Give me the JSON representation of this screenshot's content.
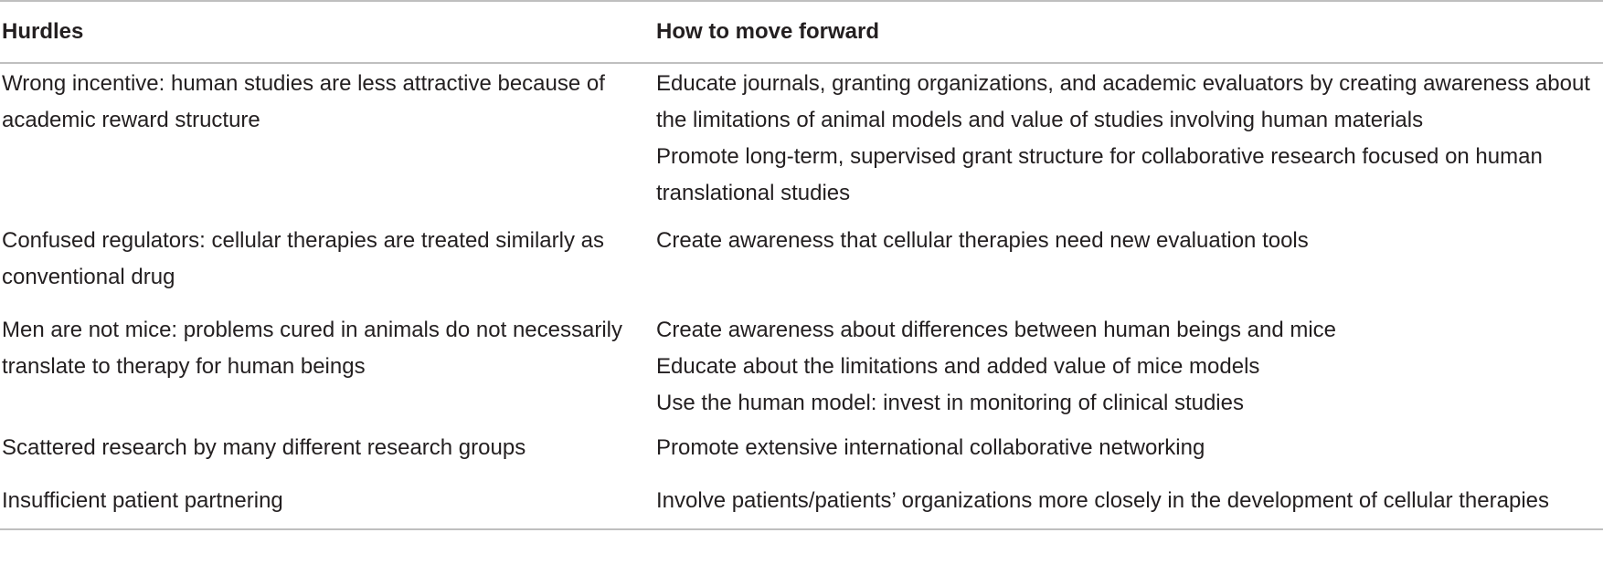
{
  "table": {
    "headers": {
      "hurdles": "Hurdles",
      "forward": "How to move forward"
    },
    "rows": [
      {
        "hurdle": "Wrong incentive: human studies are less attractive because of academic reward structure",
        "actions": [
          "Educate journals, granting organizations, and academic evaluators by creating awareness about the limitations of animal models and value of studies involving human materials",
          "Promote long-term, supervised grant structure for collaborative research focused on human translational studies"
        ]
      },
      {
        "hurdle": "Confused regulators: cellular therapies are treated similarly as conventional drug",
        "actions": [
          "Create awareness that cellular therapies need new evaluation tools"
        ]
      },
      {
        "hurdle": "Men are not mice: problems cured in animals do not necessarily translate to therapy for human beings",
        "actions": [
          "Create awareness about differences between human beings and mice",
          "Educate about the limitations and added value of mice models",
          "Use the human model: invest in monitoring of clinical studies"
        ]
      },
      {
        "hurdle": "Scattered research by many different research groups",
        "actions": [
          "Promote extensive international collaborative networking"
        ]
      },
      {
        "hurdle": "Insufficient patient partnering",
        "actions": [
          "Involve patients/patients’ organizations more closely in the development of cellular therapies"
        ]
      }
    ]
  }
}
